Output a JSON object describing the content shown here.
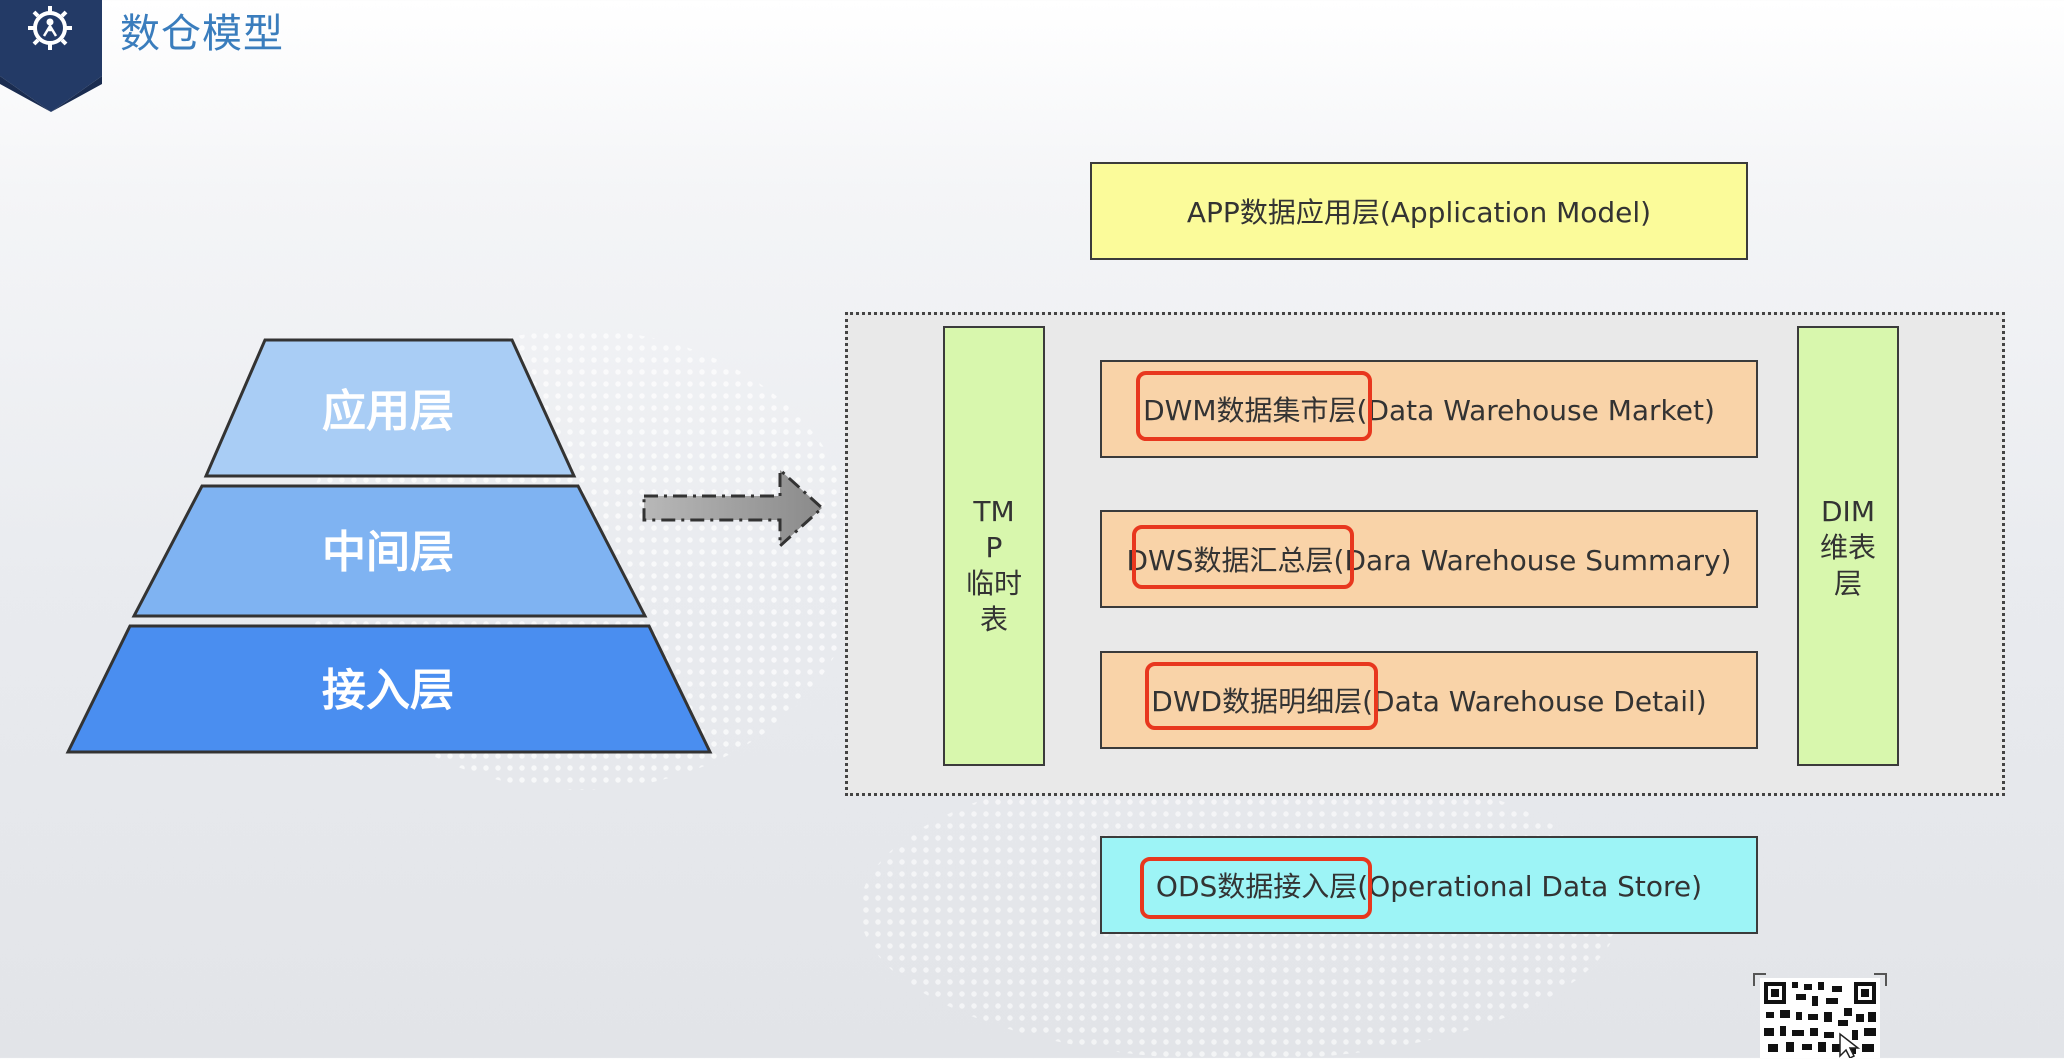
{
  "header": {
    "title": "数仓模型",
    "logo_icon": "gear-person-icon"
  },
  "pyramid": {
    "levels": [
      {
        "label": "应用层",
        "color": "#a9cdf5"
      },
      {
        "label": "中间层",
        "color": "#7fb3f2"
      },
      {
        "label": "接入层",
        "color": "#4a8ef0"
      }
    ]
  },
  "arrow_icon": "dashed-arrow-right-icon",
  "diagram": {
    "app": "APP数据应用层(Application Model)",
    "tmp": [
      "TM",
      "P",
      "临时",
      "表"
    ],
    "dim": [
      "DIM",
      "维表",
      "层"
    ],
    "dwm": "DWM数据集市层(Data Warehouse Market)",
    "dws": "DWS数据汇总层(Dara Warehouse Summary)",
    "dwd": "DWD数据明细层(Data Warehouse Detail)",
    "ods": "ODS数据接入层(Operational Data Store)",
    "highlight_color": "#e8371e"
  },
  "qr_icon": "qr-code-icon"
}
